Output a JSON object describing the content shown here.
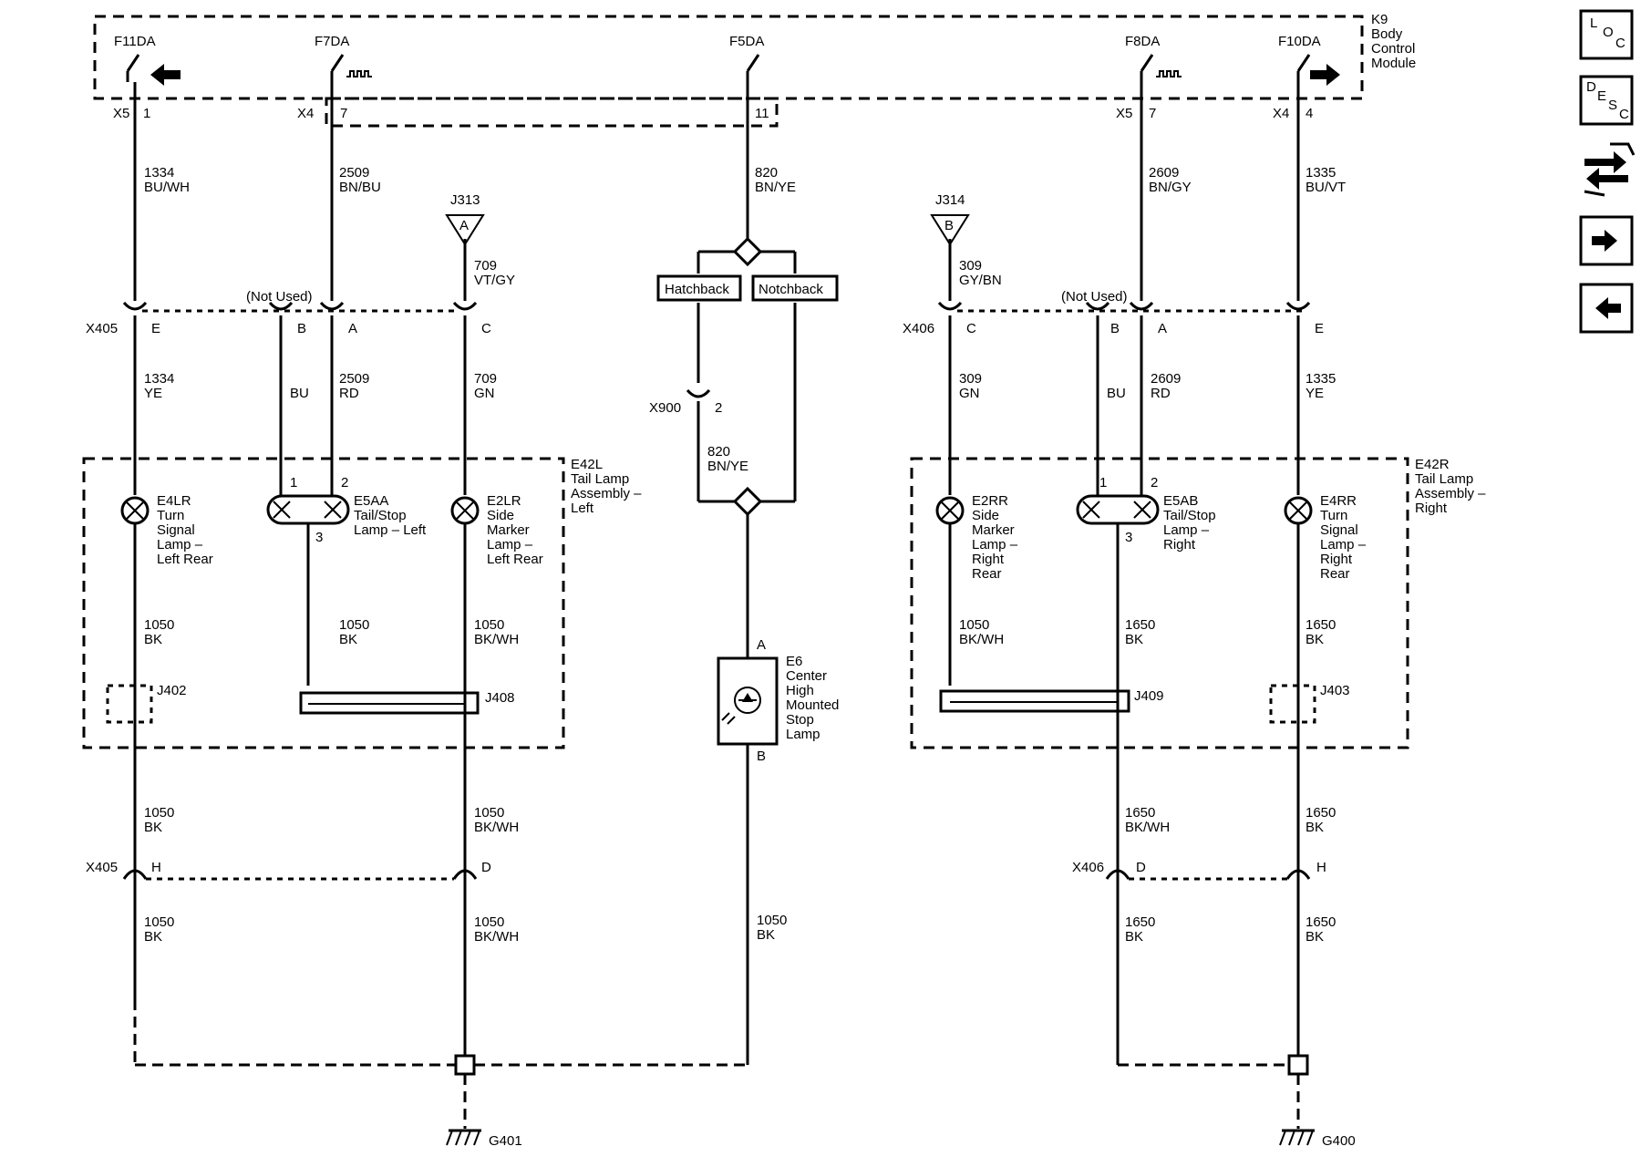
{
  "bcm": {
    "ref": "K9",
    "name_lines": [
      "Body",
      "Control",
      "Module"
    ]
  },
  "switches": [
    {
      "id": "F11DA",
      "conn": "X5",
      "pin": "1"
    },
    {
      "id": "F7DA",
      "conn": "X4",
      "pin": "7"
    },
    {
      "id": "F5DA",
      "conn": "",
      "pin": "11"
    },
    {
      "id": "F8DA",
      "conn": "X5",
      "pin": "7"
    },
    {
      "id": "F10DA",
      "conn": "X4",
      "pin": "4"
    }
  ],
  "circuits_upper": [
    {
      "num": "1334",
      "color": "BU/WH"
    },
    {
      "num": "2509",
      "color": "BN/BU"
    },
    {
      "num": "820",
      "color": "BN/YE"
    },
    {
      "num": "2609",
      "color": "BN/GY"
    },
    {
      "num": "1335",
      "color": "BU/VT"
    }
  ],
  "splices_top": [
    {
      "ref": "J313",
      "letter": "A",
      "num": "709",
      "color": "VT/GY"
    },
    {
      "ref": "J314",
      "letter": "B",
      "num": "309",
      "color": "GY/BN"
    }
  ],
  "not_used": "(Not Used)",
  "x405": {
    "ref": "X405",
    "pins": [
      "E",
      "B",
      "A",
      "C"
    ],
    "lower_pins": [
      "H",
      "D"
    ]
  },
  "x406": {
    "ref": "X406",
    "pins": [
      "C",
      "B",
      "A",
      "E"
    ],
    "lower_pins": [
      "D",
      "H"
    ]
  },
  "left_mid_wires": [
    {
      "num": "1334",
      "color": "YE"
    },
    {
      "num": "",
      "color": "BU"
    },
    {
      "num": "2509",
      "color": "RD"
    },
    {
      "num": "709",
      "color": "GN"
    }
  ],
  "right_mid_wires": [
    {
      "num": "309",
      "color": "GN"
    },
    {
      "num": "",
      "color": "BU"
    },
    {
      "num": "2609",
      "color": "RD"
    },
    {
      "num": "1335",
      "color": "YE"
    }
  ],
  "options": {
    "hatchback": "Hatchback",
    "notchback": "Notchback"
  },
  "x900": {
    "ref": "X900",
    "pin": "2",
    "num": "820",
    "color": "BN/YE"
  },
  "assembly_left": {
    "ref": "E42L",
    "lines": [
      "Tail Lamp",
      "Assembly –",
      "Left"
    ]
  },
  "assembly_right": {
    "ref": "E42R",
    "lines": [
      "Tail Lamp",
      "Assembly –",
      "Right"
    ]
  },
  "lamps_left": [
    {
      "ref": "E4LR",
      "lines": [
        "Turn",
        "Signal",
        "Lamp –",
        "Left Rear"
      ]
    },
    {
      "ref": "E5AA",
      "lines": [
        "Tail/Stop",
        "Lamp – Left"
      ],
      "pins": [
        "1",
        "2",
        "3"
      ]
    },
    {
      "ref": "E2LR",
      "lines": [
        "Side",
        "Marker",
        "Lamp –",
        "Left Rear"
      ]
    }
  ],
  "lamps_right": [
    {
      "ref": "E2RR",
      "lines": [
        "Side",
        "Marker",
        "Lamp –",
        "Right",
        "Rear"
      ]
    },
    {
      "ref": "E5AB",
      "lines": [
        "Tail/Stop",
        "Lamp –",
        "Right"
      ],
      "pins": [
        "1",
        "2",
        "3"
      ]
    },
    {
      "ref": "E4RR",
      "lines": [
        "Turn",
        "Signal",
        "Lamp –",
        "Right",
        "Rear"
      ]
    }
  ],
  "chmsl": {
    "ref": "E6",
    "lines": [
      "Center",
      "High",
      "Mounted",
      "Stop",
      "Lamp"
    ],
    "pin_a": "A",
    "pin_b": "B"
  },
  "ground_wires_left_inner": [
    {
      "num": "1050",
      "color": "BK"
    },
    {
      "num": "1050",
      "color": "BK"
    },
    {
      "num": "1050",
      "color": "BK/WH"
    }
  ],
  "ground_wires_right_inner": [
    {
      "num": "1050",
      "color": "BK/WH"
    },
    {
      "num": "1650",
      "color": "BK"
    },
    {
      "num": "1650",
      "color": "BK"
    }
  ],
  "ground_wires_left_lower": [
    {
      "num": "1050",
      "color": "BK"
    },
    {
      "num": "1050",
      "color": "BK/WH"
    }
  ],
  "ground_wires_right_lower": [
    {
      "num": "1650",
      "color": "BK/WH"
    },
    {
      "num": "1650",
      "color": "BK"
    }
  ],
  "ground_wires_left_bottom": [
    {
      "num": "1050",
      "color": "BK"
    },
    {
      "num": "1050",
      "color": "BK/WH"
    },
    {
      "num": "1050",
      "color": "BK"
    }
  ],
  "ground_wires_right_bottom": [
    {
      "num": "1650",
      "color": "BK"
    },
    {
      "num": "1650",
      "color": "BK"
    }
  ],
  "splices_inner": {
    "j402": "J402",
    "j408": "J408",
    "j409": "J409",
    "j403": "J403"
  },
  "grounds": {
    "left": "G401",
    "right": "G400"
  },
  "nav": {
    "loc": [
      "L",
      "O",
      "C"
    ],
    "desc": [
      "D",
      "E",
      "S",
      "C"
    ],
    "icons": [
      "diagnostic-connector-icon",
      "next-page-arrow-icon",
      "previous-page-arrow-icon"
    ]
  }
}
